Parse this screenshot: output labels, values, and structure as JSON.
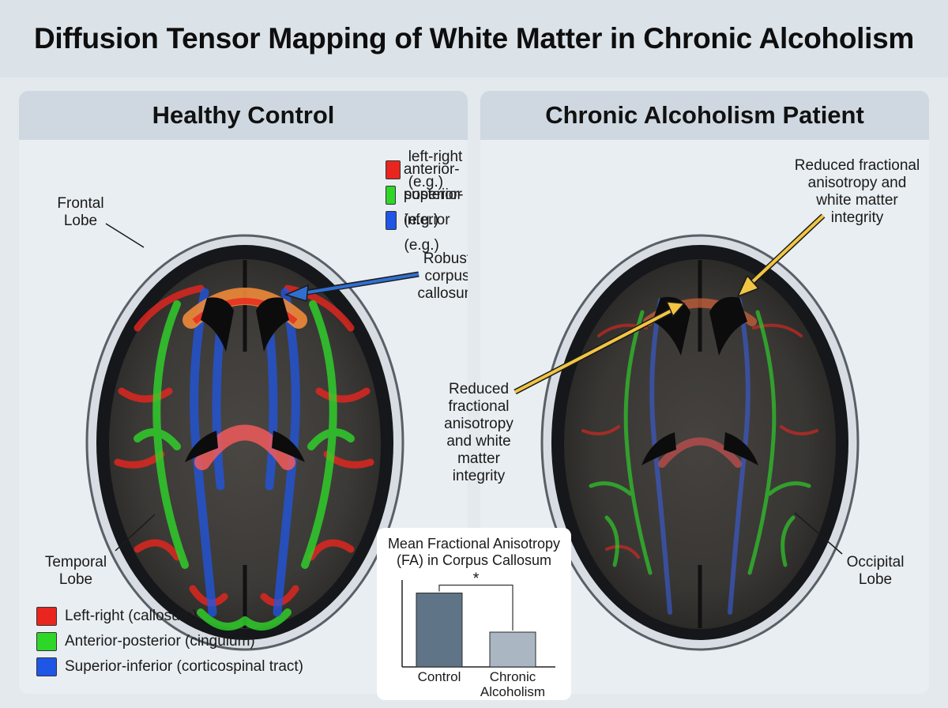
{
  "title": "Diffusion Tensor Mapping of White Matter in Chronic Alcoholism",
  "panels": {
    "left": {
      "heading": "Healthy Control",
      "labels": {
        "frontal_lobe": [
          "Frontal",
          "Lobe"
        ],
        "temporal_lobe": [
          "Temporal",
          "Lobe"
        ],
        "robust_cc": [
          "Robust",
          "corpus",
          "callosum"
        ]
      },
      "legend_top": [
        {
          "label": "left-right (e.g.)",
          "color": "#e8261f"
        },
        {
          "label": "anterior-posterior (e.g.)",
          "color": "#2fd62a"
        },
        {
          "label": "superior-inferior (e.g.)",
          "color": "#1f56e6"
        }
      ],
      "legend_bottom": [
        {
          "label": "Left-right (callosum)",
          "color": "#e8261f"
        },
        {
          "label": "Anterior-posterior (cingulum)",
          "color": "#2fd62a"
        },
        {
          "label": "Superior-inferior (corticospinal tract)",
          "color": "#1f56e6"
        }
      ]
    },
    "right": {
      "heading": "Chronic Alcoholism Patient",
      "labels": {
        "reduced_fa_top": [
          "Reduced fractional",
          "anisotropy and",
          "white matter",
          "integrity"
        ],
        "reduced_fa_mid": [
          "Reduced",
          "fractional",
          "anisotropy",
          "and white",
          "matter",
          "integrity"
        ],
        "occipital_lobe": [
          "Occipital",
          "Lobe"
        ]
      }
    }
  },
  "chart_data": {
    "type": "bar",
    "title": "Mean Fractional Anisotropy (FA) in Corpus Callosum",
    "title_lines": [
      "Mean Fractional Anisotropy",
      "(FA) in Corpus Callosum"
    ],
    "categories": [
      "Control",
      "Chronic Alcoholism"
    ],
    "category_lines": [
      [
        "Control"
      ],
      [
        "Chronic",
        "Alcoholism"
      ]
    ],
    "values": [
      0.85,
      0.4
    ],
    "significance": "*",
    "ylim": [
      0,
      1
    ],
    "colors": [
      "#5f7486",
      "#aab7c3"
    ],
    "axis_tick_labels": false
  },
  "colors": {
    "arrow_blue": "#2f6fd0",
    "arrow_yellow": "#f2c542",
    "tract_red": "#e8261f",
    "tract_green": "#2fd62a",
    "tract_blue": "#1f56e6"
  }
}
